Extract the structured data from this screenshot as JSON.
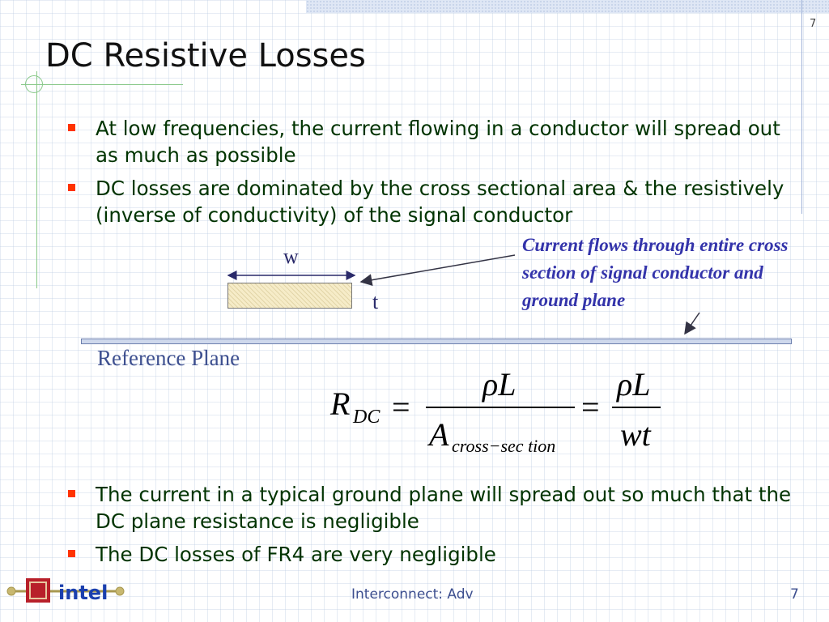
{
  "slide": {
    "title": "DC Resistive Losses",
    "page_number": "7",
    "footer": "Interconnect: Adv"
  },
  "bullets_top": [
    "At low frequencies, the current flowing in a conductor will spread out as much as possible",
    "DC losses are dominated by the cross sectional area & the resistively (inverse of conductivity) of the signal conductor"
  ],
  "diagram": {
    "width_label": "w",
    "thickness_label": "t",
    "callout": "Current flows through entire cross section of signal conductor and ground plane",
    "reference_plane_label": "Reference Plane"
  },
  "equation": {
    "lhs": "R",
    "lhs_sub": "DC",
    "equals": "=",
    "num1": "ρL",
    "den1": "A",
    "den1_sub": "cross−sec tion",
    "num2": "ρL",
    "den2": "wt"
  },
  "bullets_bottom": [
    "The current in a typical ground plane will spread out so much that the DC plane resistance is negligible",
    "The DC losses of FR4 are very negligible"
  ],
  "logo": {
    "brand_text": "intel"
  },
  "colors": {
    "bullet_marker": "#ff3300",
    "body_text": "#003300",
    "callout_text": "#3333aa",
    "accent_blue": "#3d4f8f"
  }
}
